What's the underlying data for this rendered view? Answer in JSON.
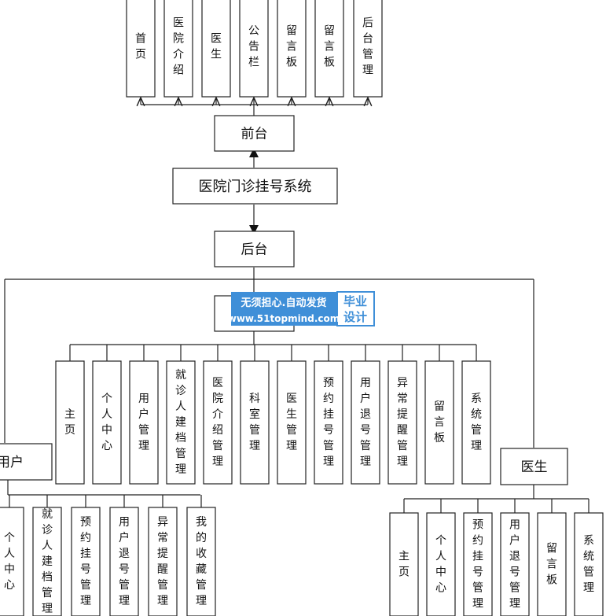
{
  "root": "医院门诊挂号系统",
  "frontend": {
    "label": "前台",
    "children": [
      "首页",
      "医院介绍",
      "医生",
      "公告栏",
      "留言板",
      "留言板",
      "后台管理"
    ]
  },
  "backend": {
    "label": "后台",
    "admin_children": [
      "主页",
      "个人中心",
      "用户管理",
      "就诊人建档管理",
      "医院介绍管理",
      "科室管理",
      "医生管理",
      "预约挂号管理",
      "用户退号管理",
      "异常提醒管理",
      "留言板",
      "系统管理"
    ],
    "user": {
      "label": "用户",
      "children": [
        "个人中心",
        "就诊人建档管理",
        "预约挂号管理",
        "用户退号管理",
        "异常提醒管理",
        "我的收藏管理"
      ]
    },
    "doctor": {
      "label": "医生",
      "children": [
        "主页",
        "个人中心",
        "预约挂号管理",
        "用户退号管理",
        "留言板",
        "系统管理"
      ]
    }
  },
  "watermark": {
    "line1": "无须担心.自动发货",
    "line2": "www.51topmind.com",
    "side": "毕业设计",
    "color": "#3f8fd8"
  }
}
